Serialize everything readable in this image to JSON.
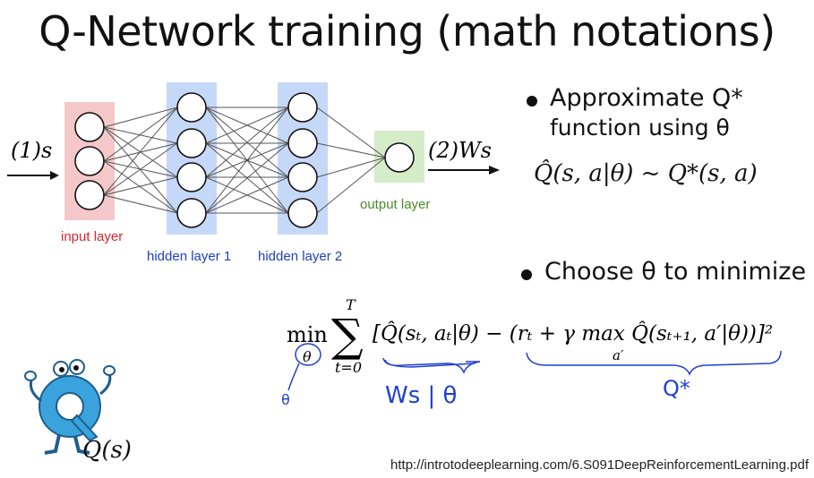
{
  "title": "Q-Network training (math notations)",
  "diagram": {
    "input_label": "(1)s",
    "output_arrow_label": "(2)Ws",
    "input_layer_label": "input layer",
    "hidden1_label": "hidden layer 1",
    "hidden2_label": "hidden layer 2",
    "output_layer_label": "output layer",
    "colors": {
      "input": "#f4c7c8",
      "hidden": "#c5d8f7",
      "output": "#d5ecc9",
      "input_text": "#d9262b",
      "hidden_text": "#1f3fbf",
      "output_text": "#4b8a2a"
    }
  },
  "bullets": {
    "b1_line1": "Approximate Q*",
    "b1_line2": "function using θ",
    "b1_formula": "Q̂(s, a|θ) ~ Q*(s, a)",
    "b2": "Choose θ to minimize"
  },
  "loss_formula": {
    "min": "min",
    "min_sub": "θ",
    "sum_top": "T",
    "sum_bottom": "t=0",
    "body": "[Q̂(sₜ, aₜ|θ) − (rₜ + γ max Q̂(sₜ₊₁, a′|θ))]²",
    "max_sub": "a′"
  },
  "handwriting": {
    "under_theta": "θ",
    "left_note": "Ws | θ",
    "right_note": "Q*"
  },
  "mascot_label": "Q(s)",
  "url": "http://introtodeeplearning.com/6.S091DeepReinforcementLearning.pdf"
}
